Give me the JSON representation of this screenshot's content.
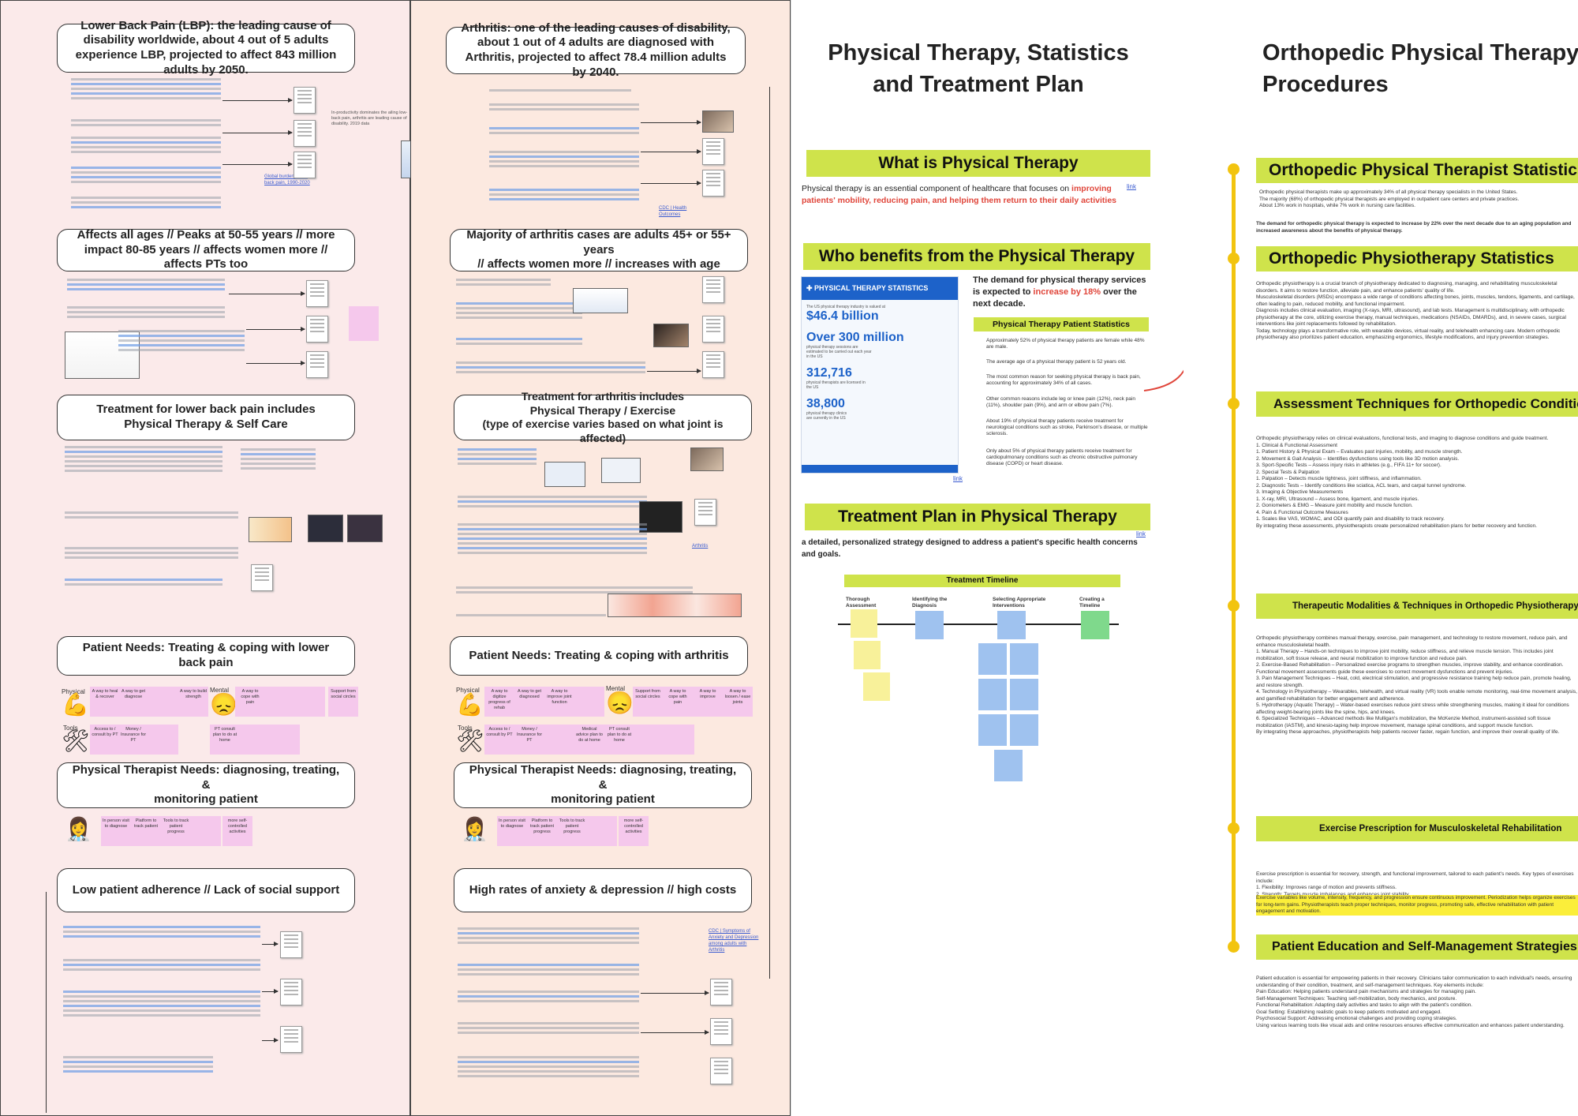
{
  "lbp": {
    "h1": "Lower Back Pain (LBP): the leading cause of disability worldwide, about 4 out of 5 adults experience LBP, projected to affect 843 million adults by 2050.",
    "h2": "Affects all ages // Peaks at 50-55 years // more impact 80-85 years  // affects women more // affects PTs too",
    "h3": "Treatment for lower back pain includes\nPhysical Therapy & Self Care",
    "h4": "Patient Needs: Treating & coping with lower back pain",
    "h5": "Physical Therapist Needs: diagnosing, treating, &\nmonitoring patient",
    "h6": "Low patient adherence // Lack of social support",
    "cat_physical": "Physical",
    "cat_mental": "Mental",
    "cat_tools": "Tools",
    "notes_physical": [
      "A way to heal & recover",
      "A way to get diagnose",
      "",
      "A way to build strength"
    ],
    "notes_mental": [
      "A way to cope with pain",
      "",
      "",
      "Support from social circles"
    ],
    "notes_tools": [
      "Access to / consult by PT",
      "Money / Insurance for PT",
      "",
      "PT consult plan to do at home"
    ],
    "notes_pt": [
      "In person visit to diagnose",
      "Platform to track patient",
      "Tools to track patient progress",
      "",
      "more self-controlled activities"
    ],
    "link1": "Global burden of low back pain, 1990-2020",
    "side_text": "In-productivity dominates the ailing low-back pain, arthritis are leading cause of disability. 2019 data"
  },
  "arth": {
    "h1": "Arthritis: one of the leading causes of disability, about 1 out of 4 adults are diagnosed with Arthritis, projected to affect 78.4 million adults by 2040.",
    "h2": "Majority of arthritis cases are adults 45+ or 55+ years\n// affects women more // increases with age",
    "h3": "Treatment for arthritis includes\nPhysical Therapy / Exercise\n(type of exercise varies based on what joint is affected)",
    "h4": "Patient Needs: Treating & coping with arthritis",
    "h5": "Physical Therapist Needs: diagnosing, treating, &\nmonitoring patient",
    "h6": "High rates of anxiety & depression // high costs",
    "cat_physical": "Physical",
    "cat_mental": "Mental",
    "cat_tools": "Tools",
    "notes_physical": [
      "A way to digitize progress of rehab",
      "A way to get diagnosed",
      "A way to improve joint function",
      "",
      "A way to loosen / ease joints"
    ],
    "notes_mental": [
      "Support from social circles",
      "A way to cope with pain",
      "",
      "A way to improve"
    ],
    "notes_tools": [
      "Access to / consult by PT",
      "Money / Insurance for PT",
      "",
      "Medical advice plan to do at home",
      "PT consult plan to do at home"
    ],
    "notes_pt": [
      "In person visit to diagnose",
      "Platform to track patient progress",
      "Tools to track patient progress",
      "",
      "more self-controlled activities"
    ],
    "link1": "CDC | Health Outcomes",
    "link2": "CDC | Symptoms of Anxiety and Depression among adults with Arthritis",
    "link3": "Arthritis"
  },
  "pt": {
    "title": "Physical Therapy, Statistics\nand Treatment Plan",
    "s1": "What is Physical Therapy",
    "s1_text_a": "Physical therapy is an essential component of healthcare that focuses on ",
    "s1_text_b": "improving patients' mobility, reducing pain, and helping them return to their daily activities",
    "s1_link": "link",
    "s2": "Who benefits from the Physical Therapy",
    "infographic_title": "PHYSICAL THERAPY STATISTICS",
    "stat1": "$46.4 billion",
    "stat1_sub": "The US physical therapy industry is valued at",
    "stat2": "Over 300 million",
    "stat2_sub": "physical therapy sessions are estimated to be carried out each year in the US",
    "stat3": "312,716",
    "stat3_sub": "physical therapists are licensed in the US",
    "stat4": "38,800",
    "stat4_sub": "physical therapy clinics are currently in the US",
    "demand_a": "The demand for physical therapy services is expected to ",
    "demand_b": "increase by 18%",
    "demand_c": " over the next decade.",
    "stats_header": "Physical Therapy Patient Statistics",
    "bullets": [
      "Approximately 52% of physical therapy patients are female while 48% are male.",
      "The average age of a physical therapy patient is 52 years old.",
      "The most common reason for seeking physical therapy is back pain, accounting for approximately 34% of all cases.",
      "Other common reasons include leg or knee pain (12%), neck pain (11%), shoulder pain (9%), and arm or elbow pain (7%).",
      "About 19% of physical therapy patients receive treatment for neurological conditions such as stroke, Parkinson's disease, or multiple sclerosis.",
      "Only about 5% of physical therapy patients receive treatment for cardiopulmonary conditions such as chronic obstructive pulmonary disease (COPD) or heart disease."
    ],
    "info_link": "link",
    "s3": "Treatment Plan in Physical Therapy",
    "s3_text": "a detailed, personalized strategy designed to address a patient's specific health concerns and goals.",
    "s3_link": "link",
    "timeline_title": "Treatment Timeline",
    "tl_steps": [
      "Thorough Assessment",
      "Identifying the Diagnosis",
      "Selecting Appropriate Interventions",
      "Creating a Timeline"
    ]
  },
  "ortho": {
    "title": "Orthopedic Physical Therapy\nProcedures",
    "s1": "Orthopedic Physical Therapist Statistics",
    "s1_text": "Orthopedic physical therapists make up approximately 34% of all physical therapy specialists in the United States.\nThe majority (68%) of orthopedic physical therapists are employed in outpatient care centers and private practices.\nAbout 13% work in hospitals, while 7% work in nursing care facilities.",
    "s1_demand": "The demand for orthopedic physical therapy is expected to increase by 22% over the next decade due to an aging population and increased awareness about the benefits of physical therapy.",
    "s2": "Orthopedic Physiotherapy Statistics",
    "s2_text": "Orthopedic physiotherapy is a crucial branch of physiotherapy dedicated to diagnosing, managing, and rehabilitating musculoskeletal disorders. It aims to restore function, alleviate pain, and enhance patients' quality of life.\nMusculoskeletal disorders (MSDs) encompass a wide range of conditions affecting bones, joints, muscles, tendons, ligaments, and cartilage, often leading to pain, reduced mobility, and functional impairment.\nDiagnosis includes clinical evaluation, imaging (X-rays, MRI, ultrasound), and lab tests. Management is multidisciplinary, with orthopedic physiotherapy at the core, utilizing exercise therapy, manual techniques, medications (NSAIDs, DMARDs), and, in severe cases, surgical interventions like joint replacements followed by rehabilitation.\nToday, technology plays a transformative role, with wearable devices, virtual reality, and telehealth enhancing care. Modern orthopedic physiotherapy also prioritizes patient education, emphasizing ergonomics, lifestyle modifications, and injury prevention strategies.",
    "s3": "Assessment Techniques for Orthopedic Conditions",
    "s3_text": "Orthopedic physiotherapy relies on clinical evaluations, functional tests, and imaging to diagnose conditions and guide treatment.\n1. Clinical & Functional Assessment\n   1. Patient History & Physical Exam – Evaluates past injuries, mobility, and muscle strength.\n   2. Movement & Gait Analysis – Identifies dysfunctions using tools like 3D motion analysis.\n   3. Sport-Specific Tests – Assess injury risks in athletes (e.g., FIFA 11+ for soccer).\n2. Special Tests & Palpation\n   1. Palpation – Detects muscle tightness, joint stiffness, and inflammation.\n   2. Diagnostic Tests – Identify conditions like sciatica, ACL tears, and carpal tunnel syndrome.\n3. Imaging & Objective Measurements\n   1. X-ray, MRI, Ultrasound – Assess bone, ligament, and muscle injuries.\n   2. Goniometers & EMG – Measure joint mobility and muscle function.\n4. Pain & Functional Outcome Measures\n   1. Scales like VAS, WOMAC, and ODI quantify pain and disability to track recovery.\nBy integrating these assessments, physiotherapists create personalized rehabilitation plans for better recovery and function.",
    "s4": "Therapeutic Modalities & Techniques in Orthopedic Physiotherapy",
    "s4_text": "Orthopedic physiotherapy combines manual therapy, exercise, pain management, and technology to restore movement, reduce pain, and enhance musculoskeletal health.\n1. Manual Therapy – Hands-on techniques to improve joint mobility, reduce stiffness, and relieve muscle tension. This includes joint mobilization, soft tissue release, and neural mobilization to improve function and reduce pain.\n2. Exercise-Based Rehabilitation – Personalized exercise programs to strengthen muscles, improve stability, and enhance coordination. Functional movement assessments guide these exercises to correct movement dysfunctions and prevent injuries.\n3. Pain Management Techniques – Heat, cold, electrical stimulation, and progressive resistance training help reduce pain, promote healing, and restore strength.\n4. Technology in Physiotherapy – Wearables, telehealth, and virtual reality (VR) tools enable remote monitoring, real-time movement analysis, and gamified rehabilitation for better engagement and adherence.\n5. Hydrotherapy (Aquatic Therapy) – Water-based exercises reduce joint stress while strengthening muscles, making it ideal for conditions affecting weight-bearing joints like the spine, hips, and knees.\n6. Specialized Techniques – Advanced methods like Mulligan's mobilization, the McKenzie Method, instrument-assisted soft tissue mobilization (IASTM), and kinesio-taping help improve movement, manage spinal conditions, and support muscle function.\nBy integrating these approaches, physiotherapists help patients recover faster, regain function, and improve their overall quality of life.",
    "s5": "Exercise Prescription for Musculoskeletal Rehabilitation",
    "s5_text": "Exercise prescription is essential for recovery, strength, and functional improvement, tailored to each patient's needs. Key types of exercises include:\n1. Flexibility: Improves range of motion and prevents stiffness.\n2. Strength: Targets muscle imbalances and enhances joint stability.\n3. Neuromuscular Control: Improves coordination and balance.",
    "s5_hl": "Exercise variables like volume, intensity, frequency, and progression ensure continuous improvement. Periodization helps organize exercises for long-term gains. Physiotherapists teach proper techniques, monitor progress, promoting safe, effective rehabilitation with patient engagement and motivation.",
    "s6": "Patient Education and Self-Management Strategies",
    "s6_text": "Patient education is essential for empowering patients in their recovery. Clinicians tailor communication to each individual's needs, ensuring understanding of their condition, treatment, and self-management techniques. Key elements include:\nPain Education: Helping patients understand pain mechanisms and strategies for managing pain.\nSelf-Management Techniques: Teaching self-mobilization, body mechanics, and posture.\nFunctional Rehabilitation: Adapting daily activities and tasks to align with the patient's condition.\nGoal Setting: Establishing realistic goals to keep patients motivated and engaged.\nPsychosocial Support: Addressing emotional challenges and providing coping strategies.\nUsing various learning tools like visual aids and online resources ensures effective communication and enhances patient understanding."
  },
  "colors": {
    "accent": "#cfe34b",
    "timeline": "#f2c40f",
    "link": "#3a5bd0",
    "red": "#e0463b"
  }
}
